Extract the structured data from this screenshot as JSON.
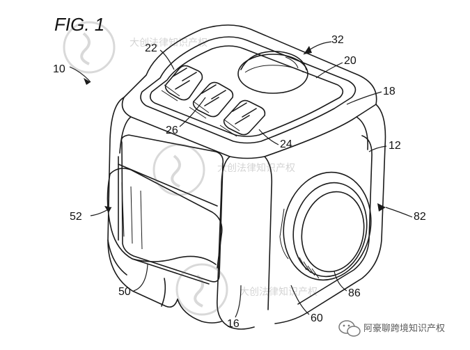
{
  "figure": {
    "title": "FIG. 1",
    "refs": {
      "r10": "10",
      "r12": "12",
      "r16": "16",
      "r18": "18",
      "r20": "20",
      "r22": "22",
      "r24": "24",
      "r26": "26",
      "r32": "32",
      "r50": "50",
      "r52": "52",
      "r60": "60",
      "r82": "82",
      "r86": "86"
    }
  },
  "watermark": {
    "caption": "阿豪聊跨境知识产权",
    "seal_text": "大创法律知识产权"
  },
  "colors": {
    "line": "#1a1a1a",
    "watermark": "#9a9a9a"
  }
}
